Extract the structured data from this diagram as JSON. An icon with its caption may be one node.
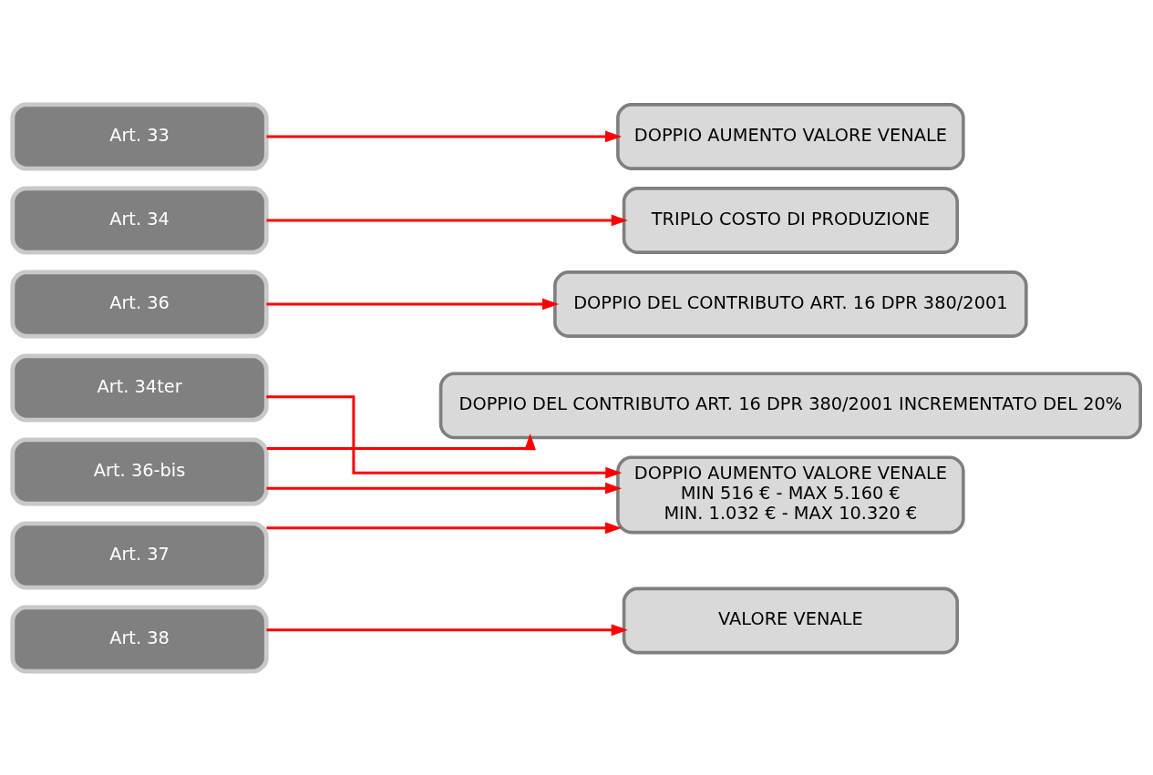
{
  "diagram": {
    "nodes": [
      {
        "text": [
          "Art. 33"
        ]
      },
      {
        "text": [
          "DOPPIO AUMENTO VALORE VENALE"
        ]
      },
      {
        "text": [
          "Art. 34"
        ]
      },
      {
        "text": [
          "TRIPLO COSTO DI PRODUZIONE"
        ]
      },
      {
        "text": [
          "Art. 36"
        ]
      },
      {
        "text": [
          "DOPPIO DEL CONTRIBUTO ART. 16 DPR 380/2001"
        ]
      },
      {
        "text": [
          "Art. 34ter"
        ]
      },
      {
        "text": [
          "DOPPIO DEL CONTRIBUTO ART. 16 DPR 380/2001 INCREMENTATO DEL 20%"
        ]
      },
      {
        "text": [
          "Art. 36-bis"
        ]
      },
      {
        "text": [
          "DOPPIO AUMENTO VALORE VENALE",
          "MIN 516 € - MAX 5.160 €",
          "MIN. 1.032 € - MAX 10.320 €"
        ]
      },
      {
        "text": [
          "Art. 37"
        ]
      },
      {
        "text": [
          "Art. 38"
        ]
      },
      {
        "text": [
          "VALORE VENALE"
        ]
      }
    ],
    "edges": [
      {
        "from": 0,
        "to": 1,
        "arrow": "to"
      },
      {
        "from": 2,
        "to": 3,
        "arrow": "to"
      },
      {
        "from": 4,
        "to": 5,
        "arrow": "to"
      },
      {
        "from": 6,
        "to": 9,
        "arrow": "to"
      },
      {
        "from": 8,
        "to": 7,
        "arrow": "to"
      },
      {
        "from": 8,
        "to": 9,
        "arrow": "to"
      },
      {
        "from": 10,
        "to": 9,
        "arrow": "to"
      },
      {
        "from": 11,
        "to": 12,
        "arrow": "to"
      }
    ]
  }
}
